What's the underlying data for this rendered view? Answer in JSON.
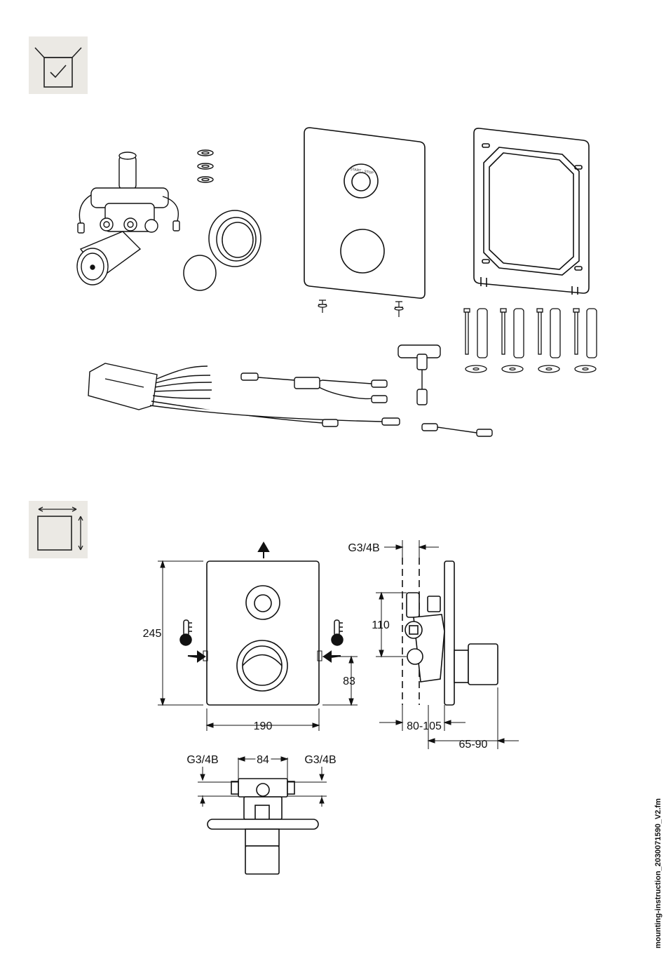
{
  "sections": {
    "scope_of_delivery_icon": "box-check-icon",
    "dimensions_icon": "dimension-square-icon"
  },
  "panel": {
    "button_label": "START - STOP"
  },
  "dimensions": {
    "height": "245",
    "width": "190",
    "lower_offset": "83",
    "side_height": "110",
    "thread_top": "G3/4B",
    "depth_range": "80-105",
    "projection_range": "65-90",
    "thread_left": "G3/4B",
    "centers": "84",
    "thread_right": "G3/4B"
  },
  "footer": {
    "file_name": "mounting-instruction_2030071590_V2.fm"
  }
}
